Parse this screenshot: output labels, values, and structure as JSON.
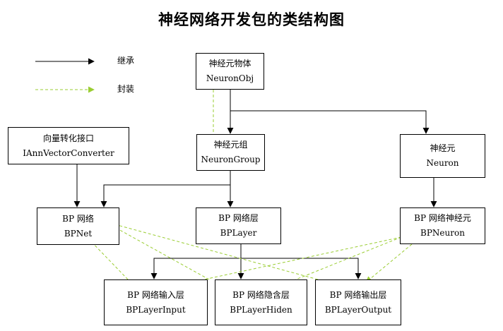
{
  "title": "神经网络开发包的类结构图",
  "legend": {
    "inherit_label": "继承",
    "encapsulate_label": "封装",
    "inherit_color": "#000000",
    "encapsulate_color": "#9acd32"
  },
  "nodes": {
    "neuronobj": {
      "cn": "神经元物体",
      "en": "NeuronObj"
    },
    "annvector": {
      "cn": "向量转化接口",
      "en": "IAnnVectorConverter"
    },
    "neurongroup": {
      "cn": "神经元组",
      "en": "NeuronGroup"
    },
    "neuron": {
      "cn": "神经元",
      "en": "Neuron"
    },
    "bpnet": {
      "cn": "BP 网络",
      "en": "BPNet"
    },
    "bplayer": {
      "cn": "BP 网络层",
      "en": "BPLayer"
    },
    "bpneuron": {
      "cn": "BP 网络神经元",
      "en": "BPNeuron"
    },
    "bplayerinput": {
      "cn": "BP 网络输入层",
      "en": "BPLayerInput"
    },
    "bplayerhiden": {
      "cn": "BP 网络隐含层",
      "en": "BPLayerHiden"
    },
    "bplayeroutput": {
      "cn": "BP 网络输出层",
      "en": "BPLayerOutput"
    }
  }
}
